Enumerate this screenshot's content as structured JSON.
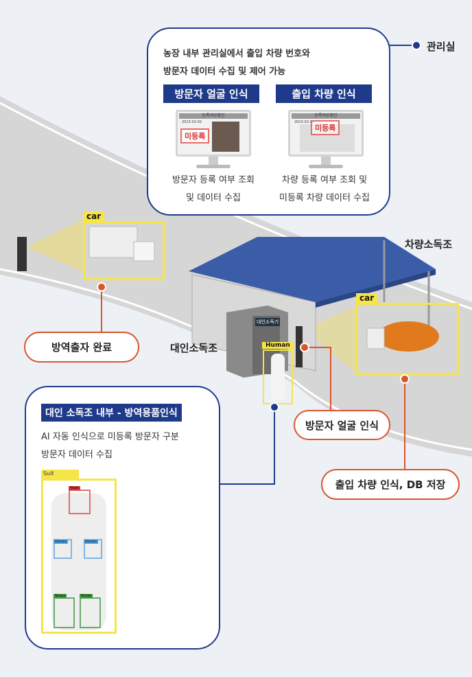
{
  "control_room": {
    "label": "관리실",
    "desc_line1": "농장 내부 관리실에서 출입 차량 번호와",
    "desc_line2": "방문자 데이터 수집 및 제어 가능",
    "face": {
      "header": "방문자 얼굴 인식",
      "screen_title": "등록여부확인",
      "screen_date": "2023-02-02",
      "status": "미등록",
      "caption1": "방문자 등록 여부 조회",
      "caption2": "및 데이터 수집"
    },
    "vehicle": {
      "header": "출입 차량 인식",
      "screen_title": "등록여부확인",
      "screen_date": "2023-02-02",
      "status": "미등록",
      "caption1": "차량 등록 여부 조회 및",
      "caption2": "미등록 차량 데이터 수집"
    }
  },
  "labels": {
    "vehicle_disinfection": "차량소독조",
    "person_disinfection": "대인소독조",
    "booth_sign": "대인소독기"
  },
  "detections": {
    "car1": "car",
    "car2": "car",
    "human": "Human"
  },
  "pills": {
    "done": "방역출자 완료",
    "face": "방문자 얼굴 인식",
    "vehicle_db": "출입 차량 인식, DB 저장"
  },
  "ppe": {
    "header": "대인 소독조 내부 - 방역용품인식",
    "line1": "AI 자동 인식으로 미등록 방문자 구분",
    "line2": "방문자 데이터 수집",
    "suit": "Suit",
    "mask": "Mask",
    "gloves_l": "Gloves",
    "gloves_r": "Gloves",
    "shoes_l": "Shoes",
    "shoes_r": "Shoes"
  }
}
